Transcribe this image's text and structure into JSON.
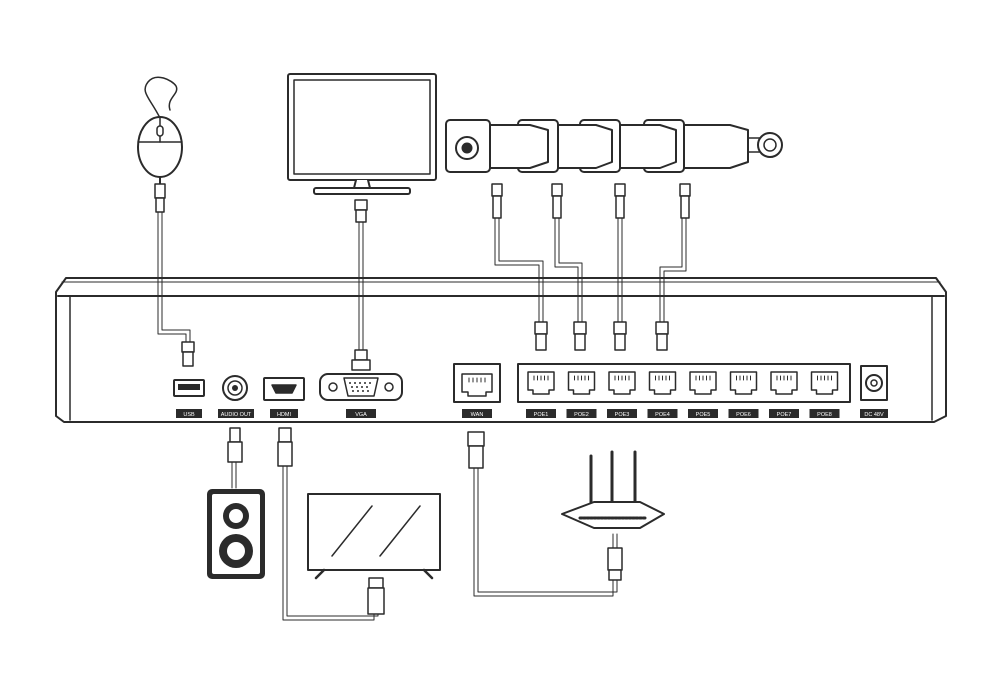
{
  "ports": {
    "usb": "USB",
    "audio_out": "AUDIO OUT",
    "hdmi": "HDMI",
    "vga": "VGA",
    "wan": "WAN",
    "poe": [
      "POE1",
      "POE2",
      "POE3",
      "POE4",
      "POE5",
      "POE6",
      "POE7",
      "POE8"
    ],
    "dc": "DC 48V"
  },
  "devices": [
    "mouse-icon",
    "monitor-icon",
    "ip-camera-icon",
    "speaker-icon",
    "tv-icon",
    "router-icon"
  ],
  "colors": {
    "line": "#2b2b2b",
    "fill": "#ffffff",
    "label_bg": "#2b2b2b"
  }
}
